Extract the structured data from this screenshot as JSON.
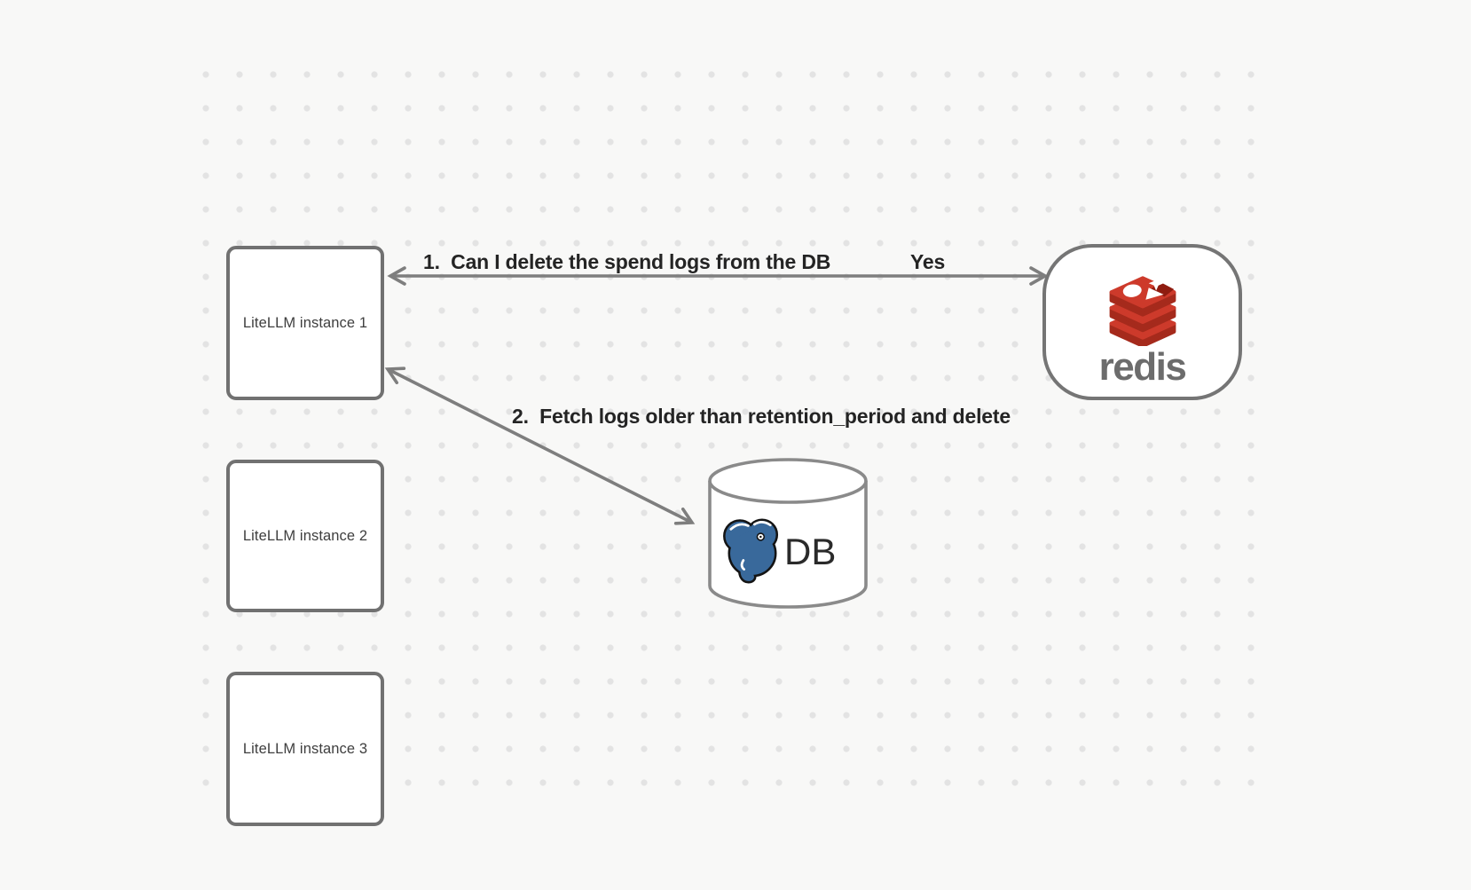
{
  "diagram": {
    "instances": [
      {
        "label": "LiteLLM instance 1"
      },
      {
        "label": "LiteLLM instance 2"
      },
      {
        "label": "LiteLLM instance 3"
      }
    ],
    "redis": {
      "wordmark": "redis",
      "icon": "redis-stack-icon"
    },
    "database": {
      "label": "DB",
      "icon": "postgresql-elephant-icon"
    },
    "edges": [
      {
        "from": "LiteLLM instance 1",
        "to": "redis",
        "label": "1.  Can I delete the spend logs from the DB",
        "response": "Yes",
        "style": "double-arrow"
      },
      {
        "from": "LiteLLM instance 1",
        "to": "DB",
        "label": "2.  Fetch logs older than retention_period and delete",
        "style": "double-arrow"
      }
    ],
    "colors": {
      "background": "#f8f8f7",
      "grid_dot": "#e3e3e3",
      "node_border": "#717171",
      "arrow": "#7e7e7e",
      "edge_label_text": "#242424",
      "node_text": "#3e3e3e",
      "redis_red": "#CD3A2B",
      "redis_red_dark": "#A52A1C",
      "redis_wordmark_gray": "#6c6c6c",
      "postgres_blue": "#39699B"
    }
  }
}
